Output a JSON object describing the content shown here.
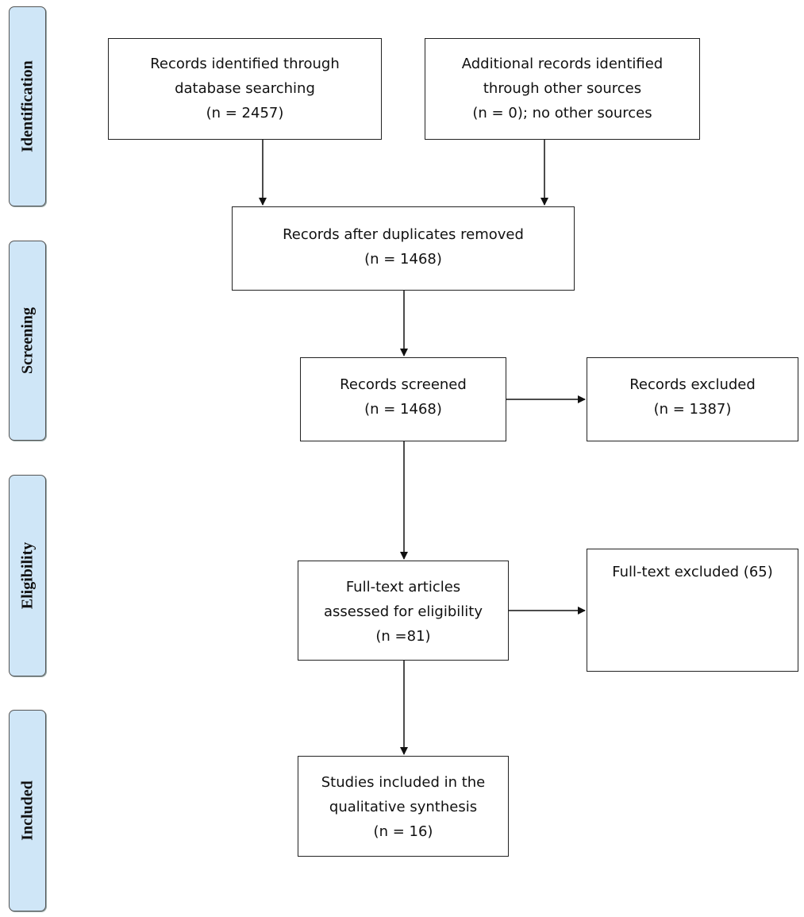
{
  "phases": [
    "Identification",
    "Screening",
    "Eligibility",
    "Included"
  ],
  "boxes": {
    "database": [
      "Records identified through",
      "database searching",
      "(n = 2457)"
    ],
    "other_sources": [
      "Additional records identified",
      "through other sources",
      "(n = 0); no other sources"
    ],
    "after_duplicates": [
      "Records after duplicates removed",
      "(n = 1468)"
    ],
    "screened": [
      "Records screened",
      "(n = 1468)"
    ],
    "excluded": [
      "Records excluded",
      "(n = 1387)"
    ],
    "fulltext": [
      "Full-text articles",
      "assessed for eligibility",
      "(n =81)"
    ],
    "fulltext_excluded": [
      "Full-text excluded (65)"
    ],
    "included": [
      "Studies included in the",
      "qualitative synthesis",
      "(n = 16)"
    ]
  }
}
